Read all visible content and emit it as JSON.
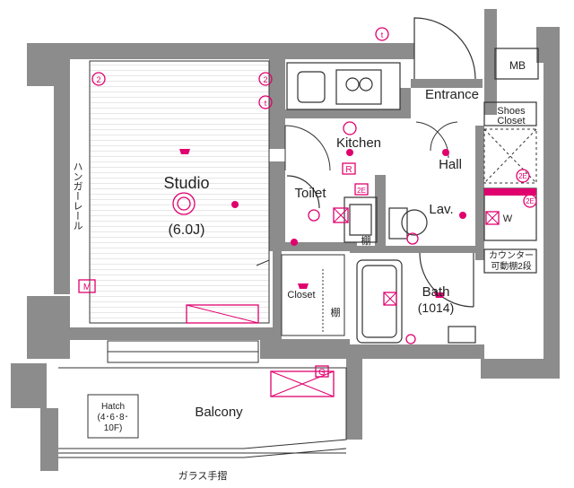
{
  "rooms": {
    "studio": "Studio",
    "studio_size": "(6.0J)",
    "kitchen": "Kitchen",
    "hall": "Hall",
    "toilet": "Toilet",
    "lav": "Lav.",
    "bath": "Bath",
    "bath_size": "(1014)",
    "closet": "Closet",
    "entrance": "Entrance",
    "balcony": "Balcony",
    "mb": "MB",
    "shoes_closet_1": "Shoes",
    "shoes_closet_2": "Closet"
  },
  "notes": {
    "hanger_rail": "ハンガーレール",
    "shelf": "棚",
    "shelf_bath": "棚",
    "counter_1": "カウンター",
    "counter_2": "可動棚2段",
    "washer": "W",
    "glass_rail": "ガラス手摺",
    "hatch_1": "Hatch",
    "hatch_2": "(4･6･8･",
    "hatch_3": "10F)",
    "fridge": "R",
    "gas": "G",
    "meter": "M"
  },
  "markers": {
    "tel": "t",
    "two": "2",
    "two_e": "2E"
  },
  "colors": {
    "wall": "#8c8c8c",
    "accent": "#e0006e",
    "line": "#333333"
  }
}
